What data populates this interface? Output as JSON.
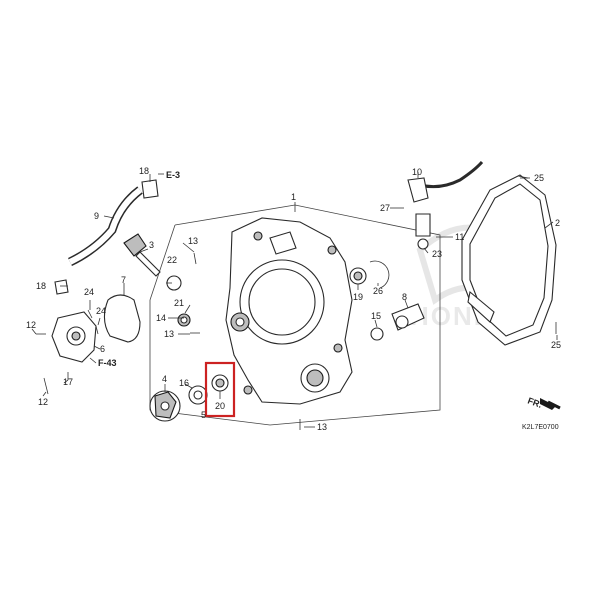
{
  "diagram": {
    "callouts": {
      "c1": "1",
      "c2": "2",
      "c3": "3",
      "c4": "4",
      "c5": "5",
      "c6": "6",
      "c7": "7",
      "c8": "8",
      "c9": "9",
      "c10": "10",
      "c11": "11",
      "c12a": "12",
      "c12b": "12",
      "c13a": "13",
      "c13b": "13",
      "c13c": "13",
      "c14": "14",
      "c15": "15",
      "c16": "16",
      "c17": "17",
      "c18a": "18",
      "c18b": "18",
      "c19": "19",
      "c20": "20",
      "c21": "21",
      "c22": "22",
      "c23": "23",
      "c24a": "24",
      "c24b": "24",
      "c25a": "25",
      "c25b": "25",
      "c26": "26",
      "c27": "27"
    },
    "references": {
      "e3": "E-3",
      "f43": "F-43",
      "fr": "FR."
    },
    "diagram_code": "K2L7E0700",
    "watermark": "HONDA",
    "highlight_color": "#cc2222"
  }
}
